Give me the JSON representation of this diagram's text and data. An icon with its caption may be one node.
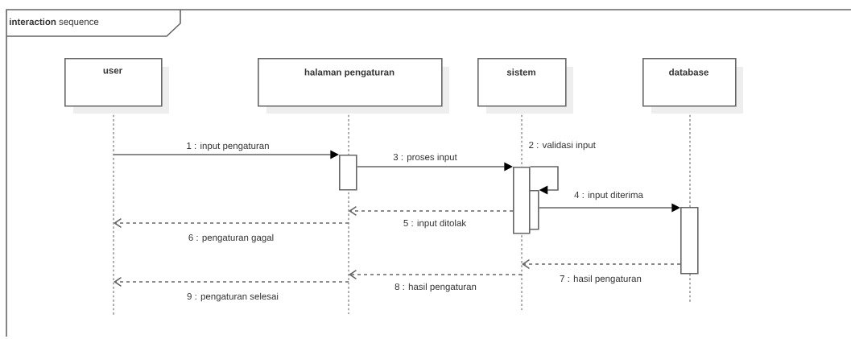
{
  "diagram": {
    "nodes": [
      {
        "text": [
          "**interaction** sequence"
        ]
      },
      {
        "text": [
          "user"
        ],
        "in": 0
      },
      {
        "text": [
          "halaman pengaturan"
        ],
        "in": 0
      },
      {
        "text": [
          "sistem"
        ],
        "in": 0
      },
      {
        "text": [
          "database"
        ],
        "in": 0
      },
      {
        "text": [],
        "shape": "line",
        "in": 0
      },
      {
        "text": [],
        "shape": "line",
        "in": 0
      },
      {
        "text": [],
        "shape": "line",
        "in": 0
      },
      {
        "text": [],
        "shape": "line",
        "in": 0
      },
      {
        "text": [],
        "shape": "bar",
        "in": 0
      },
      {
        "text": [],
        "shape": "bar",
        "in": 0
      },
      {
        "text": [],
        "shape": "bar",
        "in": 0
      },
      {
        "text": [],
        "shape": "bar",
        "in": 0
      }
    ],
    "edges": [
      {
        "from": 5,
        "to": 9,
        "arrow": "to",
        "label": "1 : input pengaturan"
      },
      {
        "from": 10,
        "to": 11,
        "arrow": "to",
        "label": "2 : validasi input"
      },
      {
        "from": 9,
        "to": 10,
        "arrow": "to",
        "label": "3 : proses input"
      },
      {
        "from": 11,
        "to": 12,
        "arrow": "to",
        "label": "4 : input diterima"
      },
      {
        "from": 10,
        "to": 6,
        "arrow": "to",
        "style": "dashed",
        "label": "5 : input ditolak"
      },
      {
        "from": 6,
        "to": 5,
        "arrow": "to",
        "style": "dashed",
        "label": "6 : pengaturan gagal"
      },
      {
        "from": 12,
        "to": 7,
        "arrow": "to",
        "style": "dashed",
        "label": "7 : hasil pengaturan"
      },
      {
        "from": 7,
        "to": 6,
        "arrow": "to",
        "style": "dashed",
        "label": "8 : hasil pengaturan"
      },
      {
        "from": 6,
        "to": 5,
        "arrow": "to",
        "style": "dashed",
        "label": "9 : pengaturan selesai"
      }
    ]
  }
}
